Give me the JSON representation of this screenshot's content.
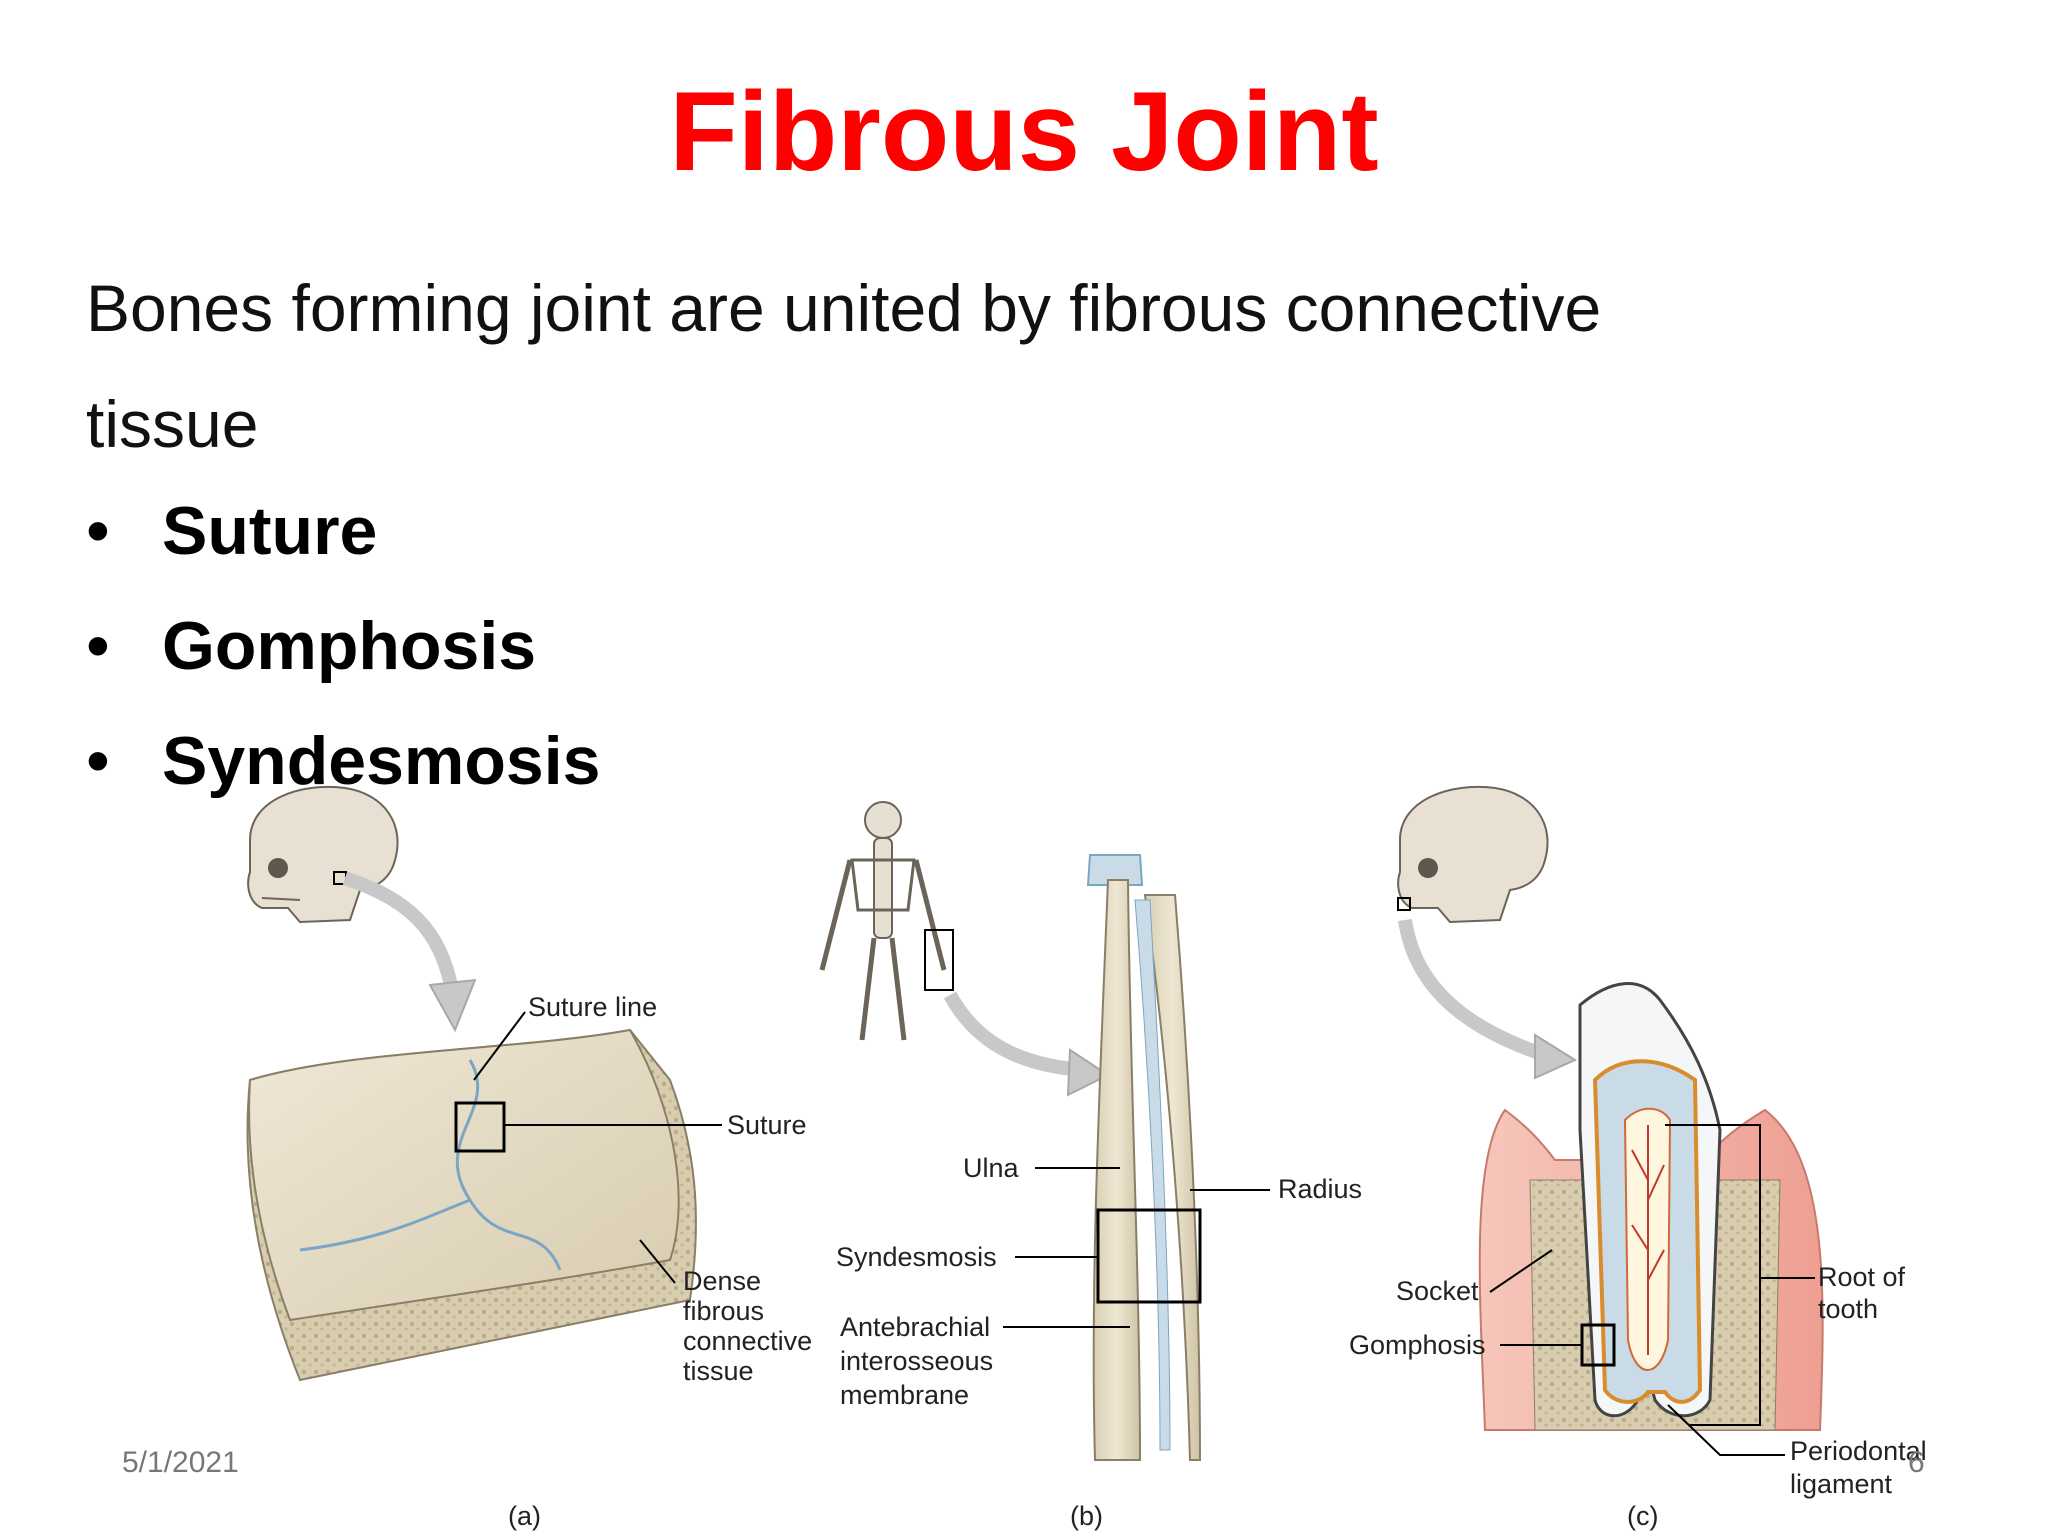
{
  "slide": {
    "title": "Fibrous Joint",
    "body_line1": "Bones forming joint are united by fibrous connective",
    "body_line2": "tissue",
    "bullets": [
      "Suture",
      "Gomphosis",
      "Syndesmosis"
    ],
    "date": "5/1/2021",
    "page_number": "6"
  },
  "figure": {
    "panel_a": {
      "label": "(a)",
      "suture_line": "Suture line",
      "suture": "Suture",
      "dense_1": "Dense",
      "dense_2": "fibrous",
      "dense_3": "connective",
      "dense_4": "tissue"
    },
    "panel_b": {
      "label": "(b)",
      "ulna": "Ulna",
      "radius": "Radius",
      "syndesmosis": "Syndesmosis",
      "membrane_1": "Antebrachial",
      "membrane_2": "interosseous",
      "membrane_3": "membrane"
    },
    "panel_c": {
      "label": "(c)",
      "socket": "Socket",
      "gomphosis": "Gomphosis",
      "root_1": "Root of",
      "root_2": "tooth",
      "perio_1": "Periodontal",
      "perio_2": "ligament"
    }
  },
  "colors": {
    "title": "#ff0000",
    "bone": "#e6dcc4",
    "gum": "#f2b7a9",
    "pulp": "#c9dbe6"
  }
}
